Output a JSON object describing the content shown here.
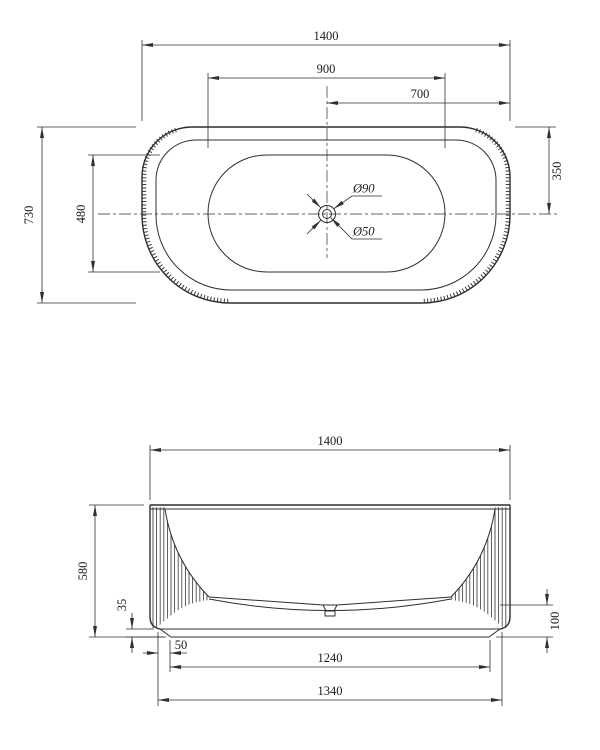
{
  "top_view": {
    "width_overall": "1400",
    "width_basin": "900",
    "width_center_to_edge": "700",
    "depth_overall": "730",
    "depth_basin": "480",
    "depth_edge_to_center": "350",
    "drain_outer_dia": "Ø90",
    "drain_waste_dia": "Ø50"
  },
  "front_view": {
    "width_overall": "1400",
    "height_overall": "580",
    "plinth_height": "35",
    "base_height": "100",
    "base_edge_inset": "50",
    "base_inner_width": "1240",
    "base_width": "1340"
  },
  "style": {
    "line_color": "#2f2f2f",
    "background_color": "#ffffff"
  }
}
